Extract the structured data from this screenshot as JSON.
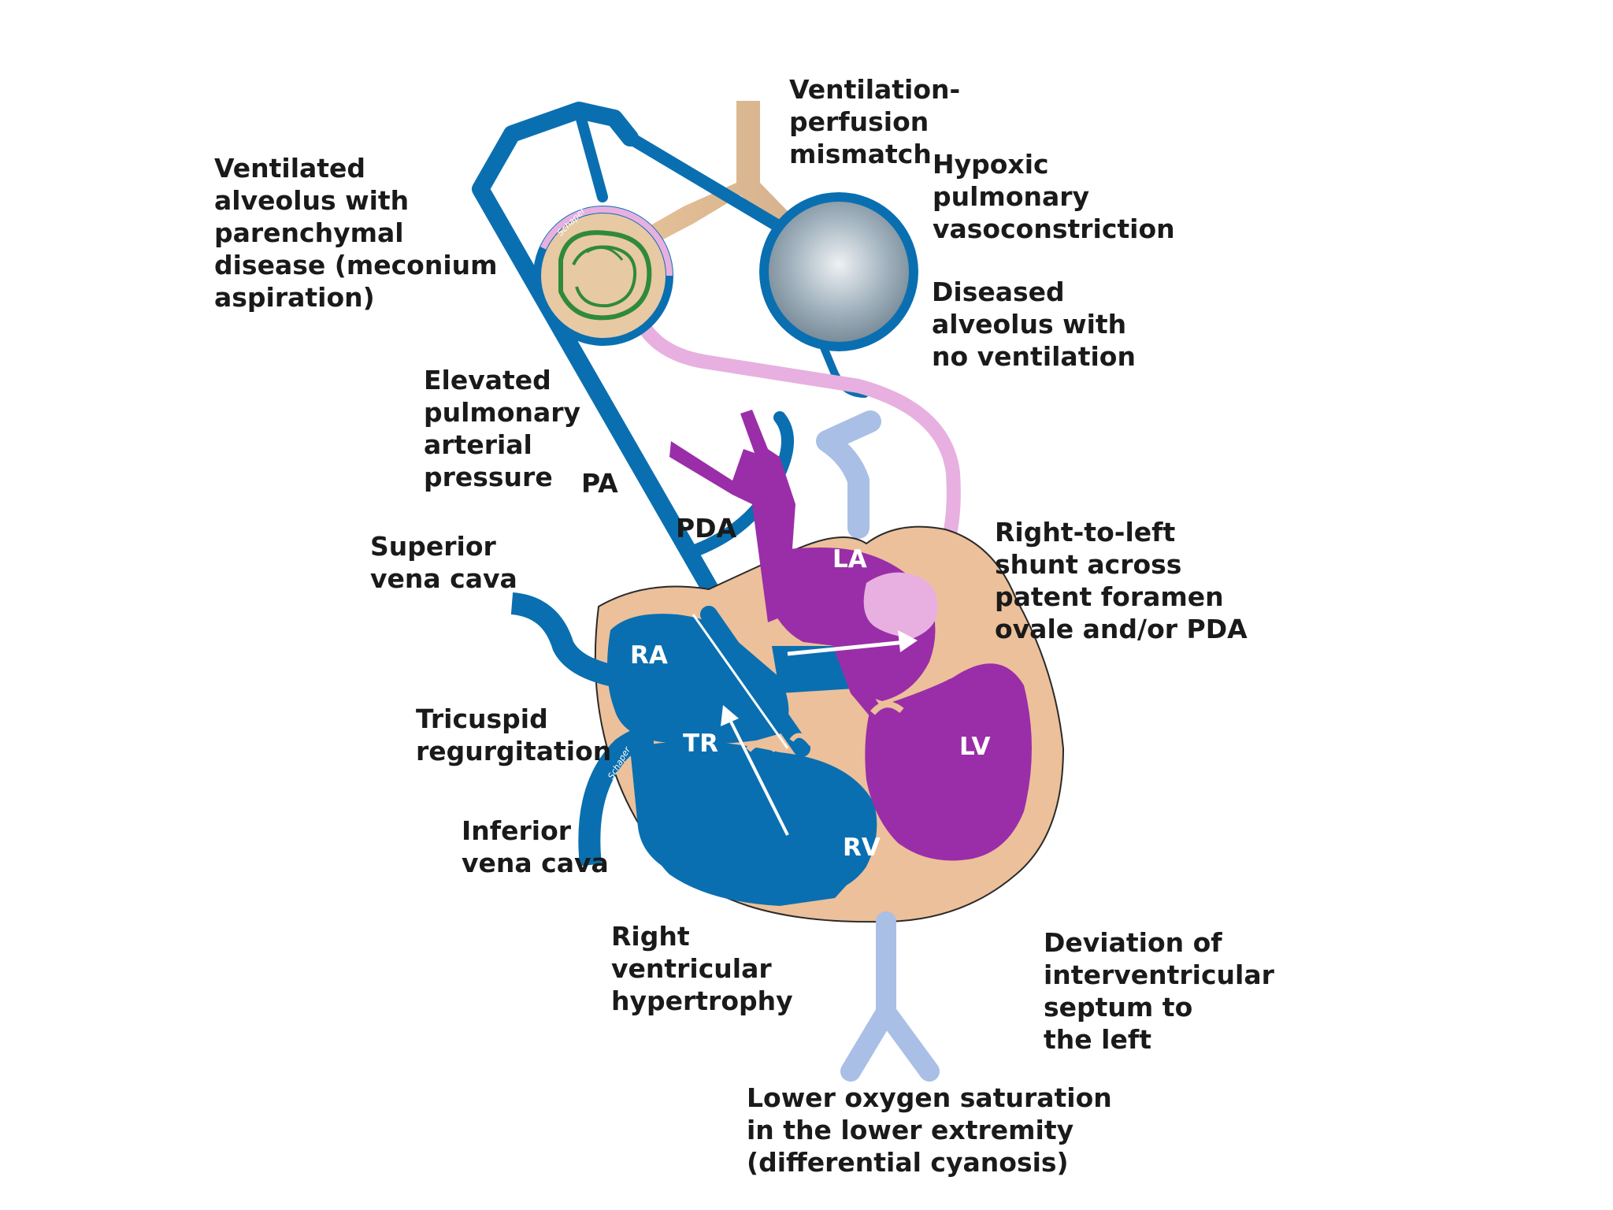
{
  "labels": {
    "ventilated_alveolus": [
      "Ventilated",
      "alveolus with",
      "parenchymal",
      "disease (meconium",
      "aspiration)"
    ],
    "vq_mismatch": [
      "Ventilation-",
      "perfusion",
      "mismatch"
    ],
    "hypoxic_vasoconstriction": [
      "Hypoxic",
      "pulmonary",
      "vasoconstriction"
    ],
    "diseased_alveolus": [
      "Diseased",
      "alveolus with",
      "no ventilation"
    ],
    "elevated_pressure": [
      "Elevated",
      "pulmonary",
      "arterial",
      "pressure"
    ],
    "pa": "PA",
    "pda": "PDA",
    "svc": [
      "Superior",
      "vena cava"
    ],
    "shunt": [
      "Right-to-left",
      "shunt across",
      "patent foramen",
      "ovale and/or PDA"
    ],
    "tricuspid": [
      "Tricuspid",
      "regurgitation"
    ],
    "ivc": [
      "Inferior",
      "vena cava"
    ],
    "rvh": [
      "Right",
      "ventricular",
      "hypertrophy"
    ],
    "septum": [
      "Deviation of",
      "interventricular",
      "septum to",
      "the left"
    ],
    "lower_o2": [
      "Lower oxygen saturation",
      "in the lower extremity",
      "(differential cyanosis)"
    ]
  },
  "chambers": {
    "ra": "RA",
    "la": "LA",
    "tr": "TR",
    "lv": "LV",
    "rv": "RV"
  },
  "signatures": [
    "Schaper",
    "Schaper"
  ],
  "colors": {
    "venous_blue": "#0a6fb0",
    "mixed_purple": "#9a2ea8",
    "myocardium_tan": "#ecc09a",
    "airway_tan": "#e4bf96",
    "oxygenated_pink": "#e7b0e0",
    "light_blue": "#a9bfe6",
    "alveolus_grey": "#8fa1ae",
    "fibrosis_green": "#2f8a3a"
  }
}
